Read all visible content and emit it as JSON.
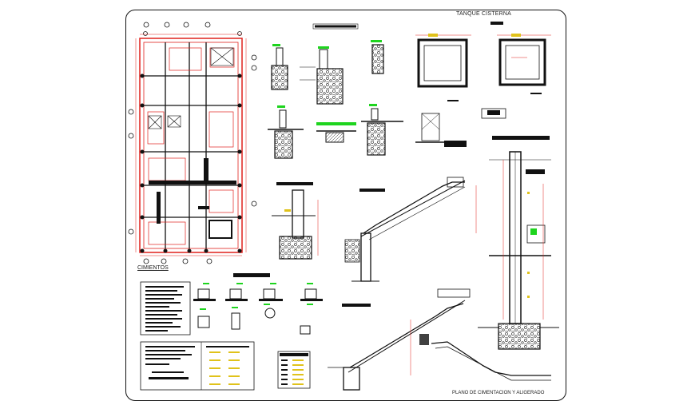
{
  "sheet": {
    "tank_title": "TANQUE CISTERNA",
    "foundation_label": "CIMIENTOS",
    "plan_title": "PLANO DE CIMENTACION Y ALIGERADO"
  },
  "colors": {
    "frame": "#111111",
    "wall_red": "#e0201c",
    "dim_green": "#1ed41e",
    "dim_yellow": "#e0c21a",
    "concrete": "#222222",
    "text_black": "#222222"
  }
}
